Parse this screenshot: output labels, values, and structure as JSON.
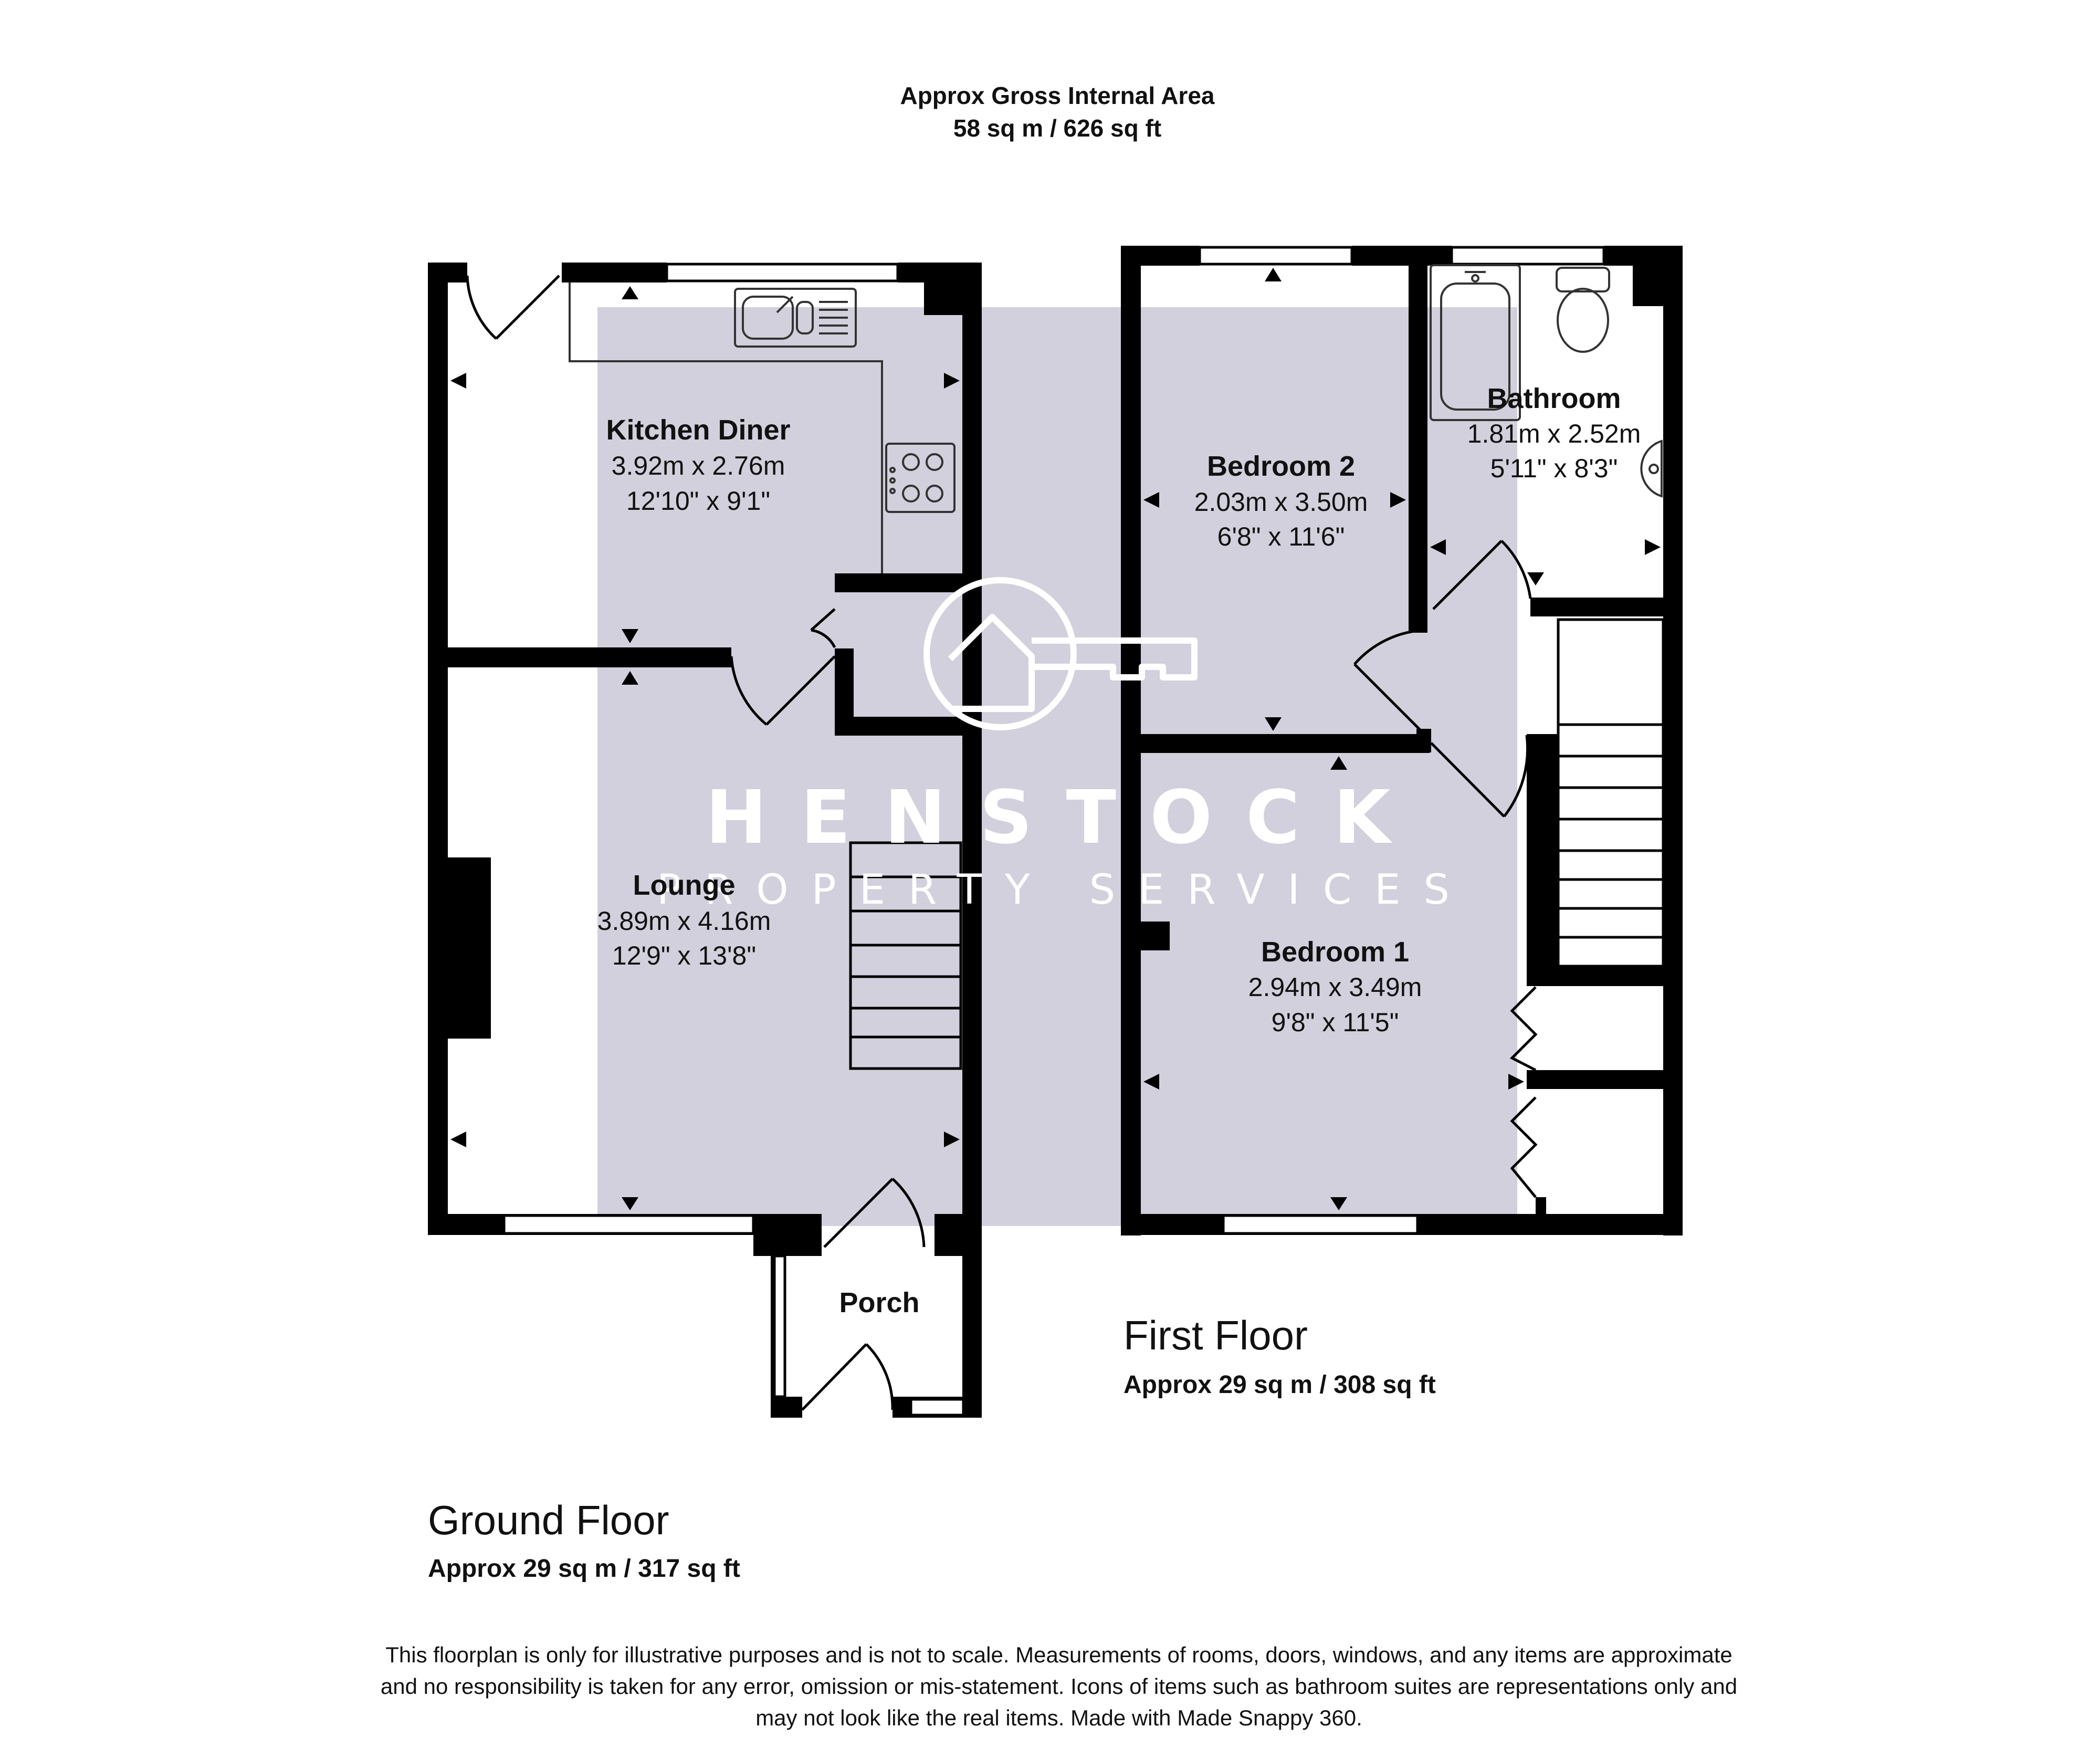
{
  "header": {
    "title": "Approx Gross Internal Area",
    "area": "58 sq m / 626 sq ft"
  },
  "watermark": {
    "brand": "HENSTOCK",
    "tagline": "PROPERTY SERVICES",
    "icon": "house-key-logo-icon"
  },
  "floors": {
    "ground": {
      "name": "Ground Floor",
      "area": "Approx 29 sq m / 317 sq ft",
      "rooms": {
        "kitchen": {
          "name": "Kitchen Diner",
          "metric": "3.92m x 2.76m",
          "imperial": "12'10\" x 9'1\""
        },
        "lounge": {
          "name": "Lounge",
          "metric": "3.89m x 4.16m",
          "imperial": "12'9\" x 13'8\""
        },
        "porch": {
          "name": "Porch"
        }
      }
    },
    "first": {
      "name": "First Floor",
      "area": "Approx 29 sq m / 308 sq ft",
      "rooms": {
        "bedroom2": {
          "name": "Bedroom 2",
          "metric": "2.03m x 3.50m",
          "imperial": "6'8\" x 11'6\""
        },
        "bathroom": {
          "name": "Bathroom",
          "metric": "1.81m x 2.52m",
          "imperial": "5'11\" x 8'3\""
        },
        "bedroom1": {
          "name": "Bedroom 1",
          "metric": "2.94m x 3.49m",
          "imperial": "9'8\" x 11'5\""
        }
      }
    }
  },
  "disclaimer": [
    "This floorplan is only for illustrative purposes and is not to scale. Measurements of rooms, doors, windows, and any items are approximate",
    "and no responsibility is taken for any error, omission or mis-statement. Icons of items such as bathroom suites are representations only and",
    "may not look like the real items. Made with Made Snappy 360."
  ],
  "colors": {
    "wall": "#000000",
    "watermark_panel": "#d2d0dc",
    "watermark_text": "#ffffff",
    "text": "#111111"
  }
}
